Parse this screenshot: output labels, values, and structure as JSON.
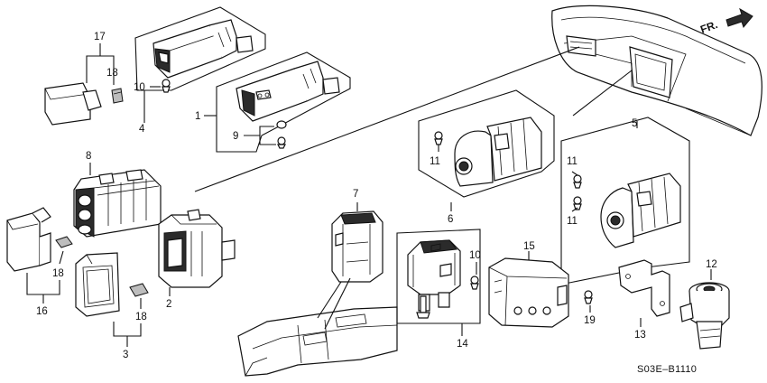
{
  "diagram_code": "S03E–B1110",
  "direction": {
    "label": "FR."
  },
  "callouts": [
    {
      "id": "17",
      "label": "17"
    },
    {
      "id": "18a",
      "label": "18"
    },
    {
      "id": "10a",
      "label": "10"
    },
    {
      "id": "4",
      "label": "4"
    },
    {
      "id": "1",
      "label": "1"
    },
    {
      "id": "9",
      "label": "9"
    },
    {
      "id": "8",
      "label": "8"
    },
    {
      "id": "16",
      "label": "16"
    },
    {
      "id": "18b",
      "label": "18"
    },
    {
      "id": "18c",
      "label": "18"
    },
    {
      "id": "2",
      "label": "2"
    },
    {
      "id": "3",
      "label": "3"
    },
    {
      "id": "7",
      "label": "7"
    },
    {
      "id": "11a",
      "label": "11"
    },
    {
      "id": "6",
      "label": "6"
    },
    {
      "id": "5",
      "label": "5"
    },
    {
      "id": "11b",
      "label": "11"
    },
    {
      "id": "11c",
      "label": "11"
    },
    {
      "id": "10b",
      "label": "10"
    },
    {
      "id": "15",
      "label": "15"
    },
    {
      "id": "14",
      "label": "14"
    },
    {
      "id": "19",
      "label": "19"
    },
    {
      "id": "13",
      "label": "13"
    },
    {
      "id": "12",
      "label": "12"
    }
  ]
}
